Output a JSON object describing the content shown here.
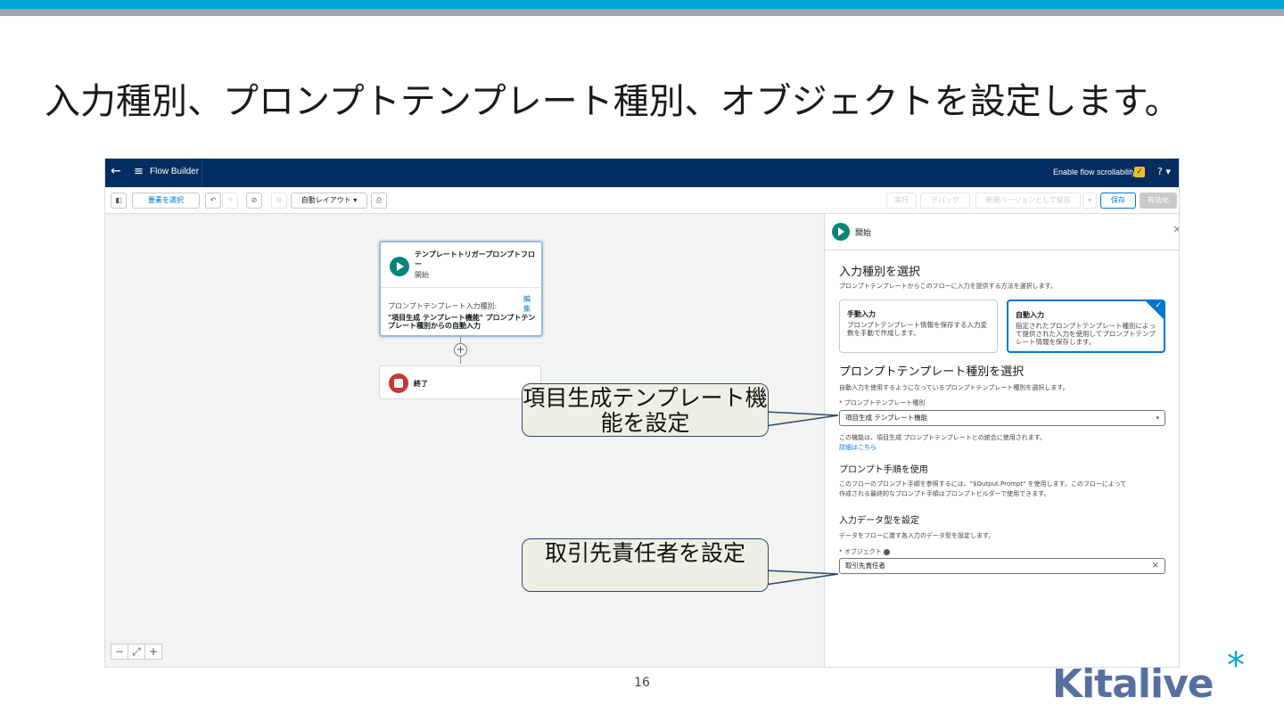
{
  "slide": {
    "title": "入力種別、プロンプトテンプレート種別、オブジェクトを設定します。",
    "page_number": "16",
    "logo_text": "Kitalive",
    "logo_mark": "*"
  },
  "header": {
    "back_icon": "←",
    "app_icon": "≡",
    "app_title": "Flow Builder",
    "scroll_label": "Enable flow scrollability",
    "scroll_checked": "✓",
    "help": "? ▾"
  },
  "toolbar": {
    "panel_toggle": "◧",
    "select_elements": "要素を選択",
    "undo": "↶",
    "redo": "↷",
    "clear": "⊘",
    "settings": "⚙",
    "layout": "自動レイアウト ▾",
    "print": "⎙",
    "run": "実行",
    "debug": "デバッグ",
    "save_as_new": "新規バージョンとして保存",
    "save_dropdown": "▾",
    "save": "保存",
    "activate": "有効化"
  },
  "canvas": {
    "start_node": {
      "title": "テンプレートトリガープロンプトフロー",
      "subtitle": "開始",
      "label": "プロンプトテンプレート入力種別:",
      "edit": "編集",
      "value": "\"項目生成 テンプレート機能\" プロンプトテンプレート種別からの自動入力"
    },
    "add_icon": "+",
    "end_node": {
      "label": "終了"
    },
    "zoom": {
      "out": "−",
      "fit": "⤢",
      "in": "+"
    }
  },
  "panel": {
    "header": "開始",
    "close": "×",
    "input_section": {
      "title": "入力種別を選択",
      "desc": "プロンプトテンプレートからこのフローに入力を提供する方法を選択します。",
      "manual": {
        "title": "手動入力",
        "desc": "プロンプトテンプレート情報を保存する入力変数を手動で作成します。"
      },
      "auto": {
        "title": "自動入力",
        "desc": "指定されたプロンプトテンプレート種別によって提供された入力を使用してプロンプトテンプレート情報を保存します。",
        "check": "✓"
      }
    },
    "template_section": {
      "title": "プロンプトテンプレート種別を選択",
      "desc": "自動入力を使用するようになっているプロンプトテンプレート種別を選択します。",
      "field_label": "* プロンプトテンプレート種別",
      "field_value": "項目生成 テンプレート機能",
      "arrow": "▾",
      "note": "この機能は、項目生成 プロンプトテンプレートとの統合に使用されます。",
      "link": "詳細はこちら"
    },
    "prompt_section": {
      "title": "プロンプト手順を使用",
      "desc1": "このフローのプロンプト手順を参照するには、\"$Output.Prompt\" を使用します。このフローによって",
      "desc2": "作成される最終的なプロンプト手順はプロンプトビルダーで使用できます。"
    },
    "datatype_section": {
      "title": "入力データ型を設定",
      "desc": "データをフローに渡す各入力のデータ型を設定します。",
      "field_label": "* オブジェクト",
      "field_value": "取引先責任者",
      "clear": "×"
    }
  },
  "callouts": {
    "first": "項目生成テンプレート機能を設定",
    "second": "取引先責任者を設定"
  },
  "colors": {
    "header_bg": "#032d60",
    "accent_blue": "#0176d3",
    "start_green": "#0b827c",
    "end_red": "#c23934",
    "slide_top": "#00a3d6"
  }
}
